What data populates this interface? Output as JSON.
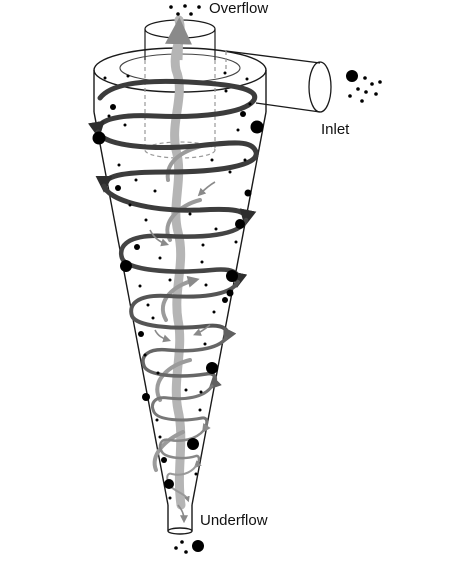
{
  "labels": {
    "overflow": "Overflow",
    "inlet": "Inlet",
    "underflow": "Underflow"
  },
  "colors": {
    "outline": "#1a1a1a",
    "dashed": "#9a9a9a",
    "spiral_dark": "#3c3c3c",
    "spiral_light": "#9b9b9b",
    "core_flow": "#b5b5b5",
    "particle": "#000000"
  }
}
